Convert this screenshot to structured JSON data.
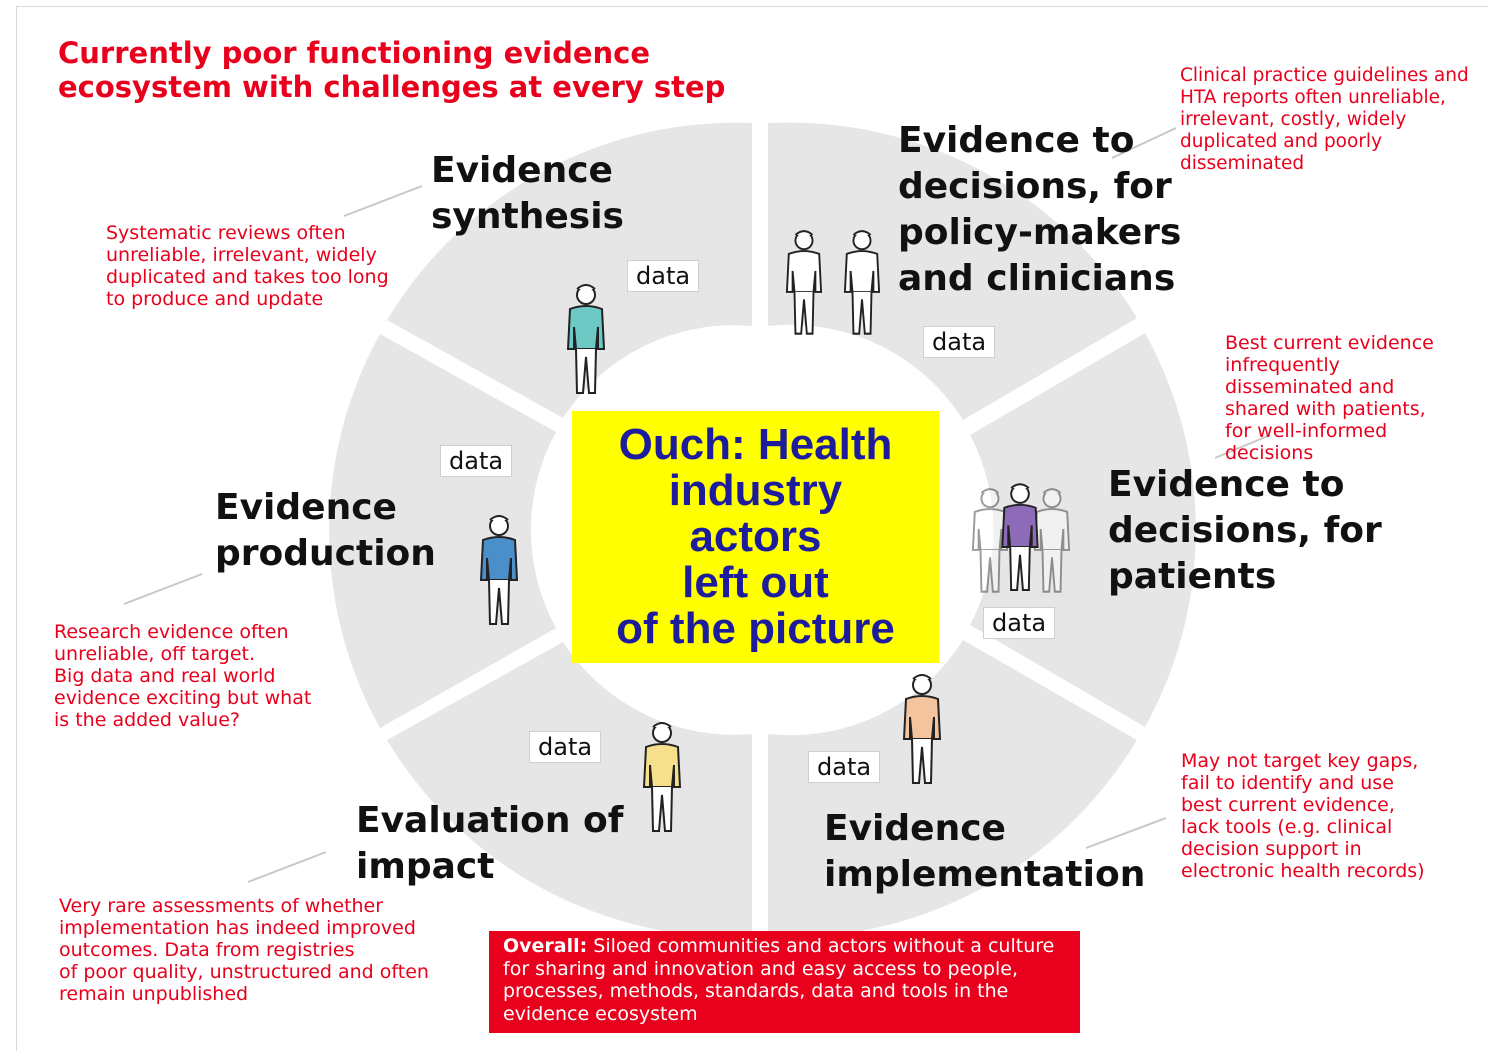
{
  "title_lines": [
    "Currently poor functioning evidence",
    "ecosystem with challenges at every step"
  ],
  "center_lines": [
    "Ouch: Health",
    "industry",
    "actors",
    "left out",
    "of the picture"
  ],
  "data_label": "data",
  "stages": {
    "synthesis": {
      "lines": [
        "Evidence",
        "synthesis"
      ]
    },
    "policy": {
      "lines": [
        "Evidence to",
        "decisions, for",
        "policy-makers",
        "and clinicians"
      ]
    },
    "patients": {
      "lines": [
        "Evidence to",
        "decisions, for",
        "patients"
      ]
    },
    "implementation": {
      "lines": [
        "Evidence",
        "implementation"
      ]
    },
    "evaluation": {
      "lines": [
        "Evaluation of",
        "impact"
      ]
    },
    "production": {
      "lines": [
        "Evidence",
        "production"
      ]
    }
  },
  "notes": {
    "synthesis": [
      "Systematic reviews often",
      "unreliable, irrelevant, widely",
      "duplicated and takes too long",
      "to produce and update"
    ],
    "policy": [
      "Clinical practice guidelines and",
      "HTA reports often unreliable,",
      "irrelevant, costly, widely",
      "duplicated and poorly",
      "disseminated"
    ],
    "patients": [
      "Best current evidence",
      "infrequently",
      "disseminated and",
      "shared with patients,",
      "for well-informed",
      "decisions"
    ],
    "implementation": [
      "May not target key gaps,",
      "fail to identify and use",
      "best current evidence,",
      "lack tools (e.g. clinical",
      "decision support in",
      "electronic health records)"
    ],
    "evaluation": [
      "Very rare assessments of whether",
      "implementation has indeed improved",
      "outcomes. Data from registries",
      "of poor quality, unstructured and often",
      "remain unpublished"
    ],
    "production": [
      "Research evidence often",
      "unreliable, off target.",
      "Big data and real world",
      "evidence exciting but what",
      "is the added value?"
    ]
  },
  "overall": {
    "lead": "Overall:",
    "text": " Siloed communities and actors without a culture for sharing and innovation and easy access to people, processes, methods, standards, data and tools in the evidence ecosystem"
  },
  "colors": {
    "accent_red": "#e8001c",
    "wheel_gray": "#e6e6e6",
    "center_yellow": "#ffff00",
    "center_text": "#1c1c9c",
    "person_teal": "#6cc9c4",
    "person_blue": "#4a8fc9",
    "person_purple": "#8e6bb8",
    "person_peach": "#f4c49e",
    "person_yellow": "#f7e08c",
    "person_white": "#ffffff"
  }
}
